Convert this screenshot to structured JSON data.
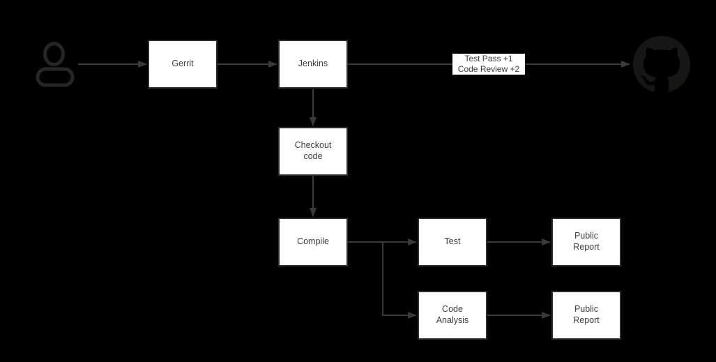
{
  "diagram": {
    "title": "Gerrit Jenkins CI flowchart",
    "nodes": {
      "gerrit": {
        "label": "Gerrit"
      },
      "jenkins": {
        "label": "Jenkins"
      },
      "checkout": {
        "label": "Checkout\ncode"
      },
      "compile": {
        "label": "Compile"
      },
      "test": {
        "label": "Test"
      },
      "public_report_top": {
        "label": "Public\nReport"
      },
      "code_analysis": {
        "label": "Code\nAnalysis"
      },
      "public_report_bottom": {
        "label": "Public\nReport"
      }
    },
    "edge_label": {
      "text": "Test Pass +1\nCode Review +2"
    },
    "icons": {
      "start": "person-icon",
      "end": "github-icon"
    },
    "edges": [
      {
        "from": "person",
        "to": "gerrit"
      },
      {
        "from": "gerrit",
        "to": "jenkins"
      },
      {
        "from": "jenkins",
        "to": "github",
        "label": "Test Pass +1\nCode Review +2"
      },
      {
        "from": "jenkins",
        "to": "checkout"
      },
      {
        "from": "checkout",
        "to": "compile"
      },
      {
        "from": "compile",
        "to": "test"
      },
      {
        "from": "compile",
        "to": "code_analysis"
      },
      {
        "from": "test",
        "to": "public_report_top"
      },
      {
        "from": "code_analysis",
        "to": "public_report_bottom"
      }
    ]
  },
  "colors": {
    "background": "#000000",
    "box_fill": "#ffffff",
    "box_border": "#2e2e2e",
    "text": "#3c3c3c",
    "connector": "#3a3a3a",
    "person_icon": "#262626",
    "github_icon": "#161614"
  }
}
